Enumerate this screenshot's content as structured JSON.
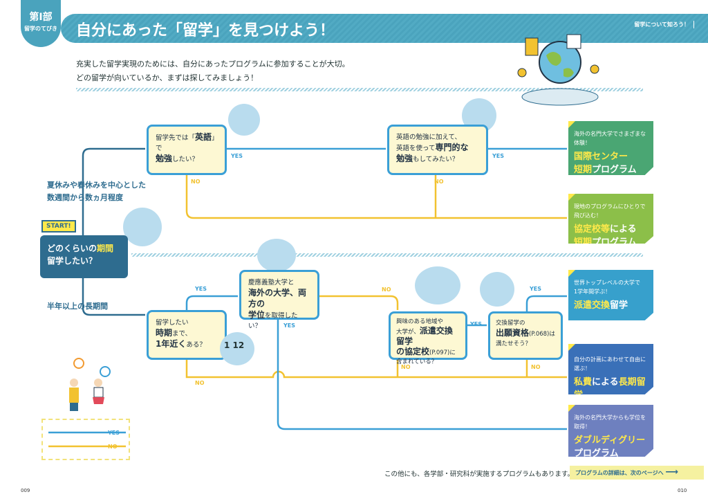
{
  "header": {
    "part_badge": "第Ⅰ部",
    "part_sub": "留学のてびき",
    "title": "自分にあった「留学」を見つけよう！",
    "section_link": "留学について知ろう！"
  },
  "intro": [
    "充実した留学実現のためには、自分にあったプログラムに参加することが大切。",
    "どの留学が向いているか、まずは探してみましょう！"
  ],
  "start": {
    "tag": "START!",
    "q_pre": "どのくらいの",
    "q_hl": "期間",
    "q_post": "留学したい？"
  },
  "branches": {
    "short": [
      "夏休みや春休みを中心とした",
      "数週間から数ヵ月程度"
    ],
    "long": "半年以上の長期間"
  },
  "questions": {
    "q1": {
      "a": "留学先では「",
      "b": "英語",
      "c": "」で",
      "d": "勉強",
      "e": "したい？"
    },
    "q2": {
      "a": "英語の勉強に加えて、",
      "b": "英語を使って",
      "c": "専門的な",
      "d": "勉強",
      "e": "もしてみたい？"
    },
    "q3": {
      "a": "留学したい",
      "b": "時期",
      "c": "まで、",
      "d": "1年近く",
      "e": "ある？"
    },
    "q4": {
      "a": "慶應義塾大学と",
      "b": "海外の大学、両方の",
      "c": "学位",
      "d": "を取得したい？"
    },
    "q5": {
      "a": "興味のある地域や",
      "b": "大学が、",
      "c": "派遣交換留学",
      "d": "の協定校",
      "e": "(P.097)に",
      "f": "含まれている？"
    },
    "q6": {
      "a": "交換留学の",
      "b": "出願資格",
      "c": "(P.068)は",
      "d": "満たせそう？"
    }
  },
  "edge_labels": {
    "yes": "YES",
    "no": "NO"
  },
  "results": [
    {
      "sub": "海外の名門大学でさまざまな体験！",
      "hl": "国際センター",
      "rest": "短期",
      "rest2": "プログラム",
      "color": "#4aa673"
    },
    {
      "sub": "現地のプログラムにひとりで飛び込む！",
      "hl": "協定校等",
      "rest": "による",
      "hl2": "短期",
      "rest2": "プログラム",
      "color": "#8cbf49"
    },
    {
      "sub": "世界トップレベルの大学で",
      "sub2": "1学年間学ぶ！",
      "hl": "派遣交換",
      "rest": "留学",
      "color": "#37a0cc"
    },
    {
      "sub": "自分の計画にあわせて自由に選ぶ！",
      "hl": "私費",
      "rest": "による",
      "hl2": "長期留学",
      "color": "#3a70b8"
    },
    {
      "sub": "海外の名門大学からも学位を取得！",
      "hl": "ダブルディグリー",
      "rest": "プログラム",
      "color": "#6e80bf"
    }
  ],
  "legend": {
    "yes": "YES",
    "no": "NO",
    "yes_color": "#3a9fd6",
    "no_color": "#f2c230"
  },
  "calendar": {
    "a": "1",
    "b": "12"
  },
  "footer": {
    "note": "この他にも、各学部・研究科が実施するプログラムもあります。",
    "next": "プログラムの詳細は、次のページへ",
    "page_left": "009",
    "page_right": "010"
  }
}
